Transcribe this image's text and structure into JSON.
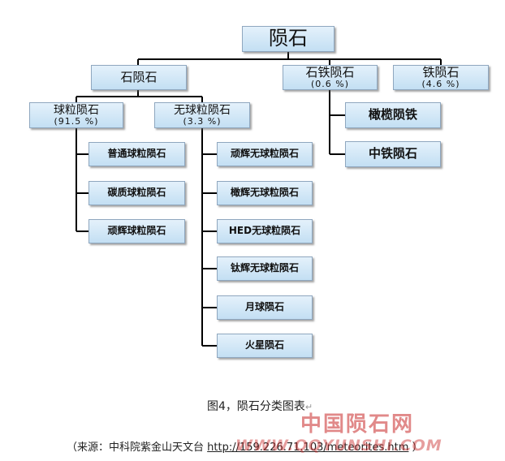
{
  "diagram": {
    "root": "陨石",
    "stony": {
      "label": "石陨石"
    },
    "stony_iron": {
      "label": "石铁陨石",
      "pct": "(0.6 %)"
    },
    "iron": {
      "label": "铁陨石",
      "pct": "(4.6 %)"
    },
    "chondrite": {
      "label": "球粒陨石",
      "pct": "(91.5 %)"
    },
    "achondrite": {
      "label": "无球粒陨石",
      "pct": "(3.3 %)"
    },
    "chondrite_children": [
      "普通球粒陨石",
      "碳质球粒陨石",
      "顽辉球粒陨石"
    ],
    "achondrite_children": [
      "顽辉无球粒陨石",
      "橄辉无球粒陨石",
      "HED无球粒陨石",
      "钛辉无球粒陨石",
      "月球陨石",
      "火星陨石"
    ],
    "stony_iron_children": [
      "橄榄陨铁",
      "中铁陨石"
    ]
  },
  "caption": "图4，陨石分类图表",
  "caption_mark": "↵",
  "source": {
    "prefix": "（来源：中科院紫金山天文台",
    "url": "http://159.226.71.103/meteorites.htm",
    "suffix": "）"
  },
  "watermark": {
    "cn": "中国陨石网",
    "url": "WWW.QQYUNSHI.COM"
  }
}
